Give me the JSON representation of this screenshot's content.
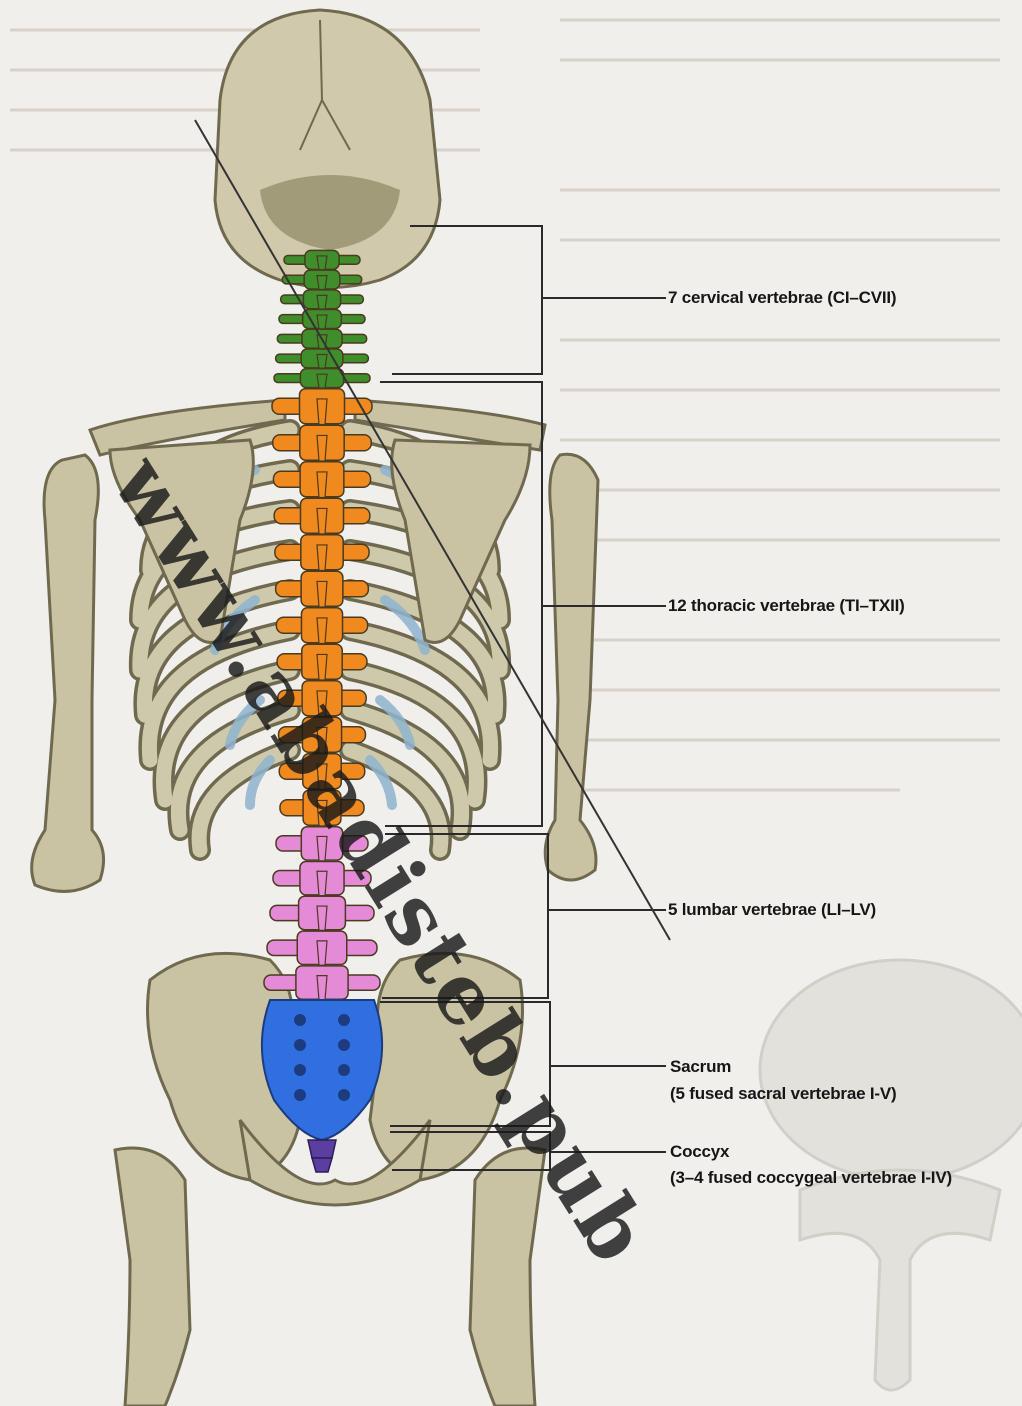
{
  "labels": {
    "cervical": "7 cervical vertebrae (CI–CVII)",
    "thoracic": "12 thoracic vertebrae (TI–TXII)",
    "lumbar": "5 lumbar vertebrae (LI–LV)",
    "sacrum_title": "Sacrum",
    "sacrum_detail": "(5 fused sacral vertebrae I-V)",
    "coccyx_title": "Coccyx",
    "coccyx_detail": "(3–4 fused coccygeal vertebrae I-IV)"
  },
  "watermark": "www.abadisteb.pub",
  "colors": {
    "bone": "#c9c2a3",
    "bone_shade": "#8e8764",
    "cervical": "#3f8d2b",
    "thoracic": "#f08a1f",
    "lumbar": "#e58ad6",
    "sacrum": "#2f6fe0",
    "coccyx": "#5a3fa0",
    "costal_cartilage": "#8fb4cf",
    "leader_line": "#2a2a2a"
  }
}
